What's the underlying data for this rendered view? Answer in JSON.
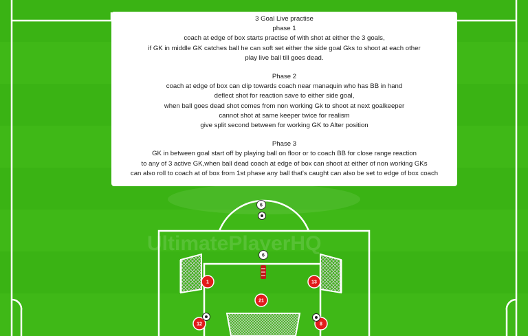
{
  "colors": {
    "grass_light": "#3fb817",
    "grass_dark": "#36a912",
    "lines": "#ffffff",
    "player_fill": "#e21b1b",
    "keeper_fill": "#ffffff"
  },
  "notes": {
    "title": "3 Goal Live practise",
    "phase1_heading": "phase 1",
    "phase1_lines": [
      "coach at edge of box starts practise of with shot at either the 3 goals,",
      "if GK in middle GK catches ball he can soft set either the side goal Gks to shoot at each other",
      "play live ball till goes dead."
    ],
    "phase2_heading": "Phase 2",
    "phase2_lines": [
      "coach at edge of box can clip towards coach near manaquin who has BB in hand",
      "deflect shot for reaction save to either side goal,",
      "when ball goes dead shot comes from non working Gk to shoot at next goalkeeper",
      "cannot shot at same keeper twice for realism",
      "give split second between for working GK to Alter position"
    ],
    "phase3_heading": "Phase 3",
    "phase3_lines": [
      "GK in between goal start off by playing ball on floor or to coach BB for close range reaction",
      "to any of 3 active GK,when ball dead coach at edge of box can shoot at either of non working GKs",
      "can also roll to coach at of box from 1st phase any ball that's caught can also be set to edge of box coach"
    ]
  },
  "watermark": "UltimatePlayerHQ",
  "players": {
    "left_goal_gk": "1",
    "right_goal_gk": "13",
    "middle_gk": "21",
    "bottom_left": "12",
    "bottom_right": "8",
    "coach_top": "6",
    "coach_mannequin": "6"
  },
  "icons": {
    "ball": "football-icon",
    "mannequin": "mannequin-icon",
    "goal": "goal-net-icon"
  }
}
